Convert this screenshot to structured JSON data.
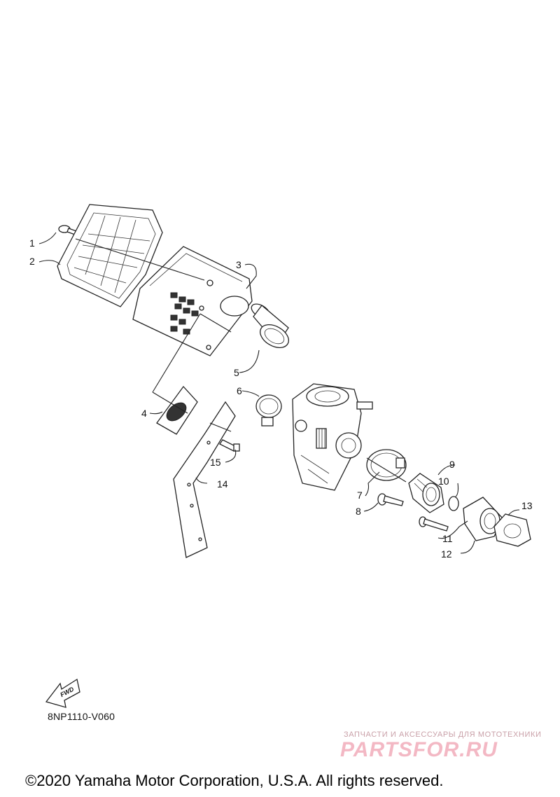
{
  "callouts": [
    "1",
    "2",
    "3",
    "4",
    "5",
    "6",
    "7",
    "8",
    "9",
    "10",
    "11",
    "12",
    "13",
    "14",
    "15"
  ],
  "fwd_label": "FWD",
  "drawing_code": "8NP1110-V060",
  "watermark": {
    "tagline": "ЗАПЧАСТИ И АКСЕССУАРЫ ДЛЯ МОТОТЕХНИКИ",
    "logo": "PARTSFOR.RU"
  },
  "copyright": "©2020 Yamaha Motor Corporation, U.S.A. All rights reserved."
}
